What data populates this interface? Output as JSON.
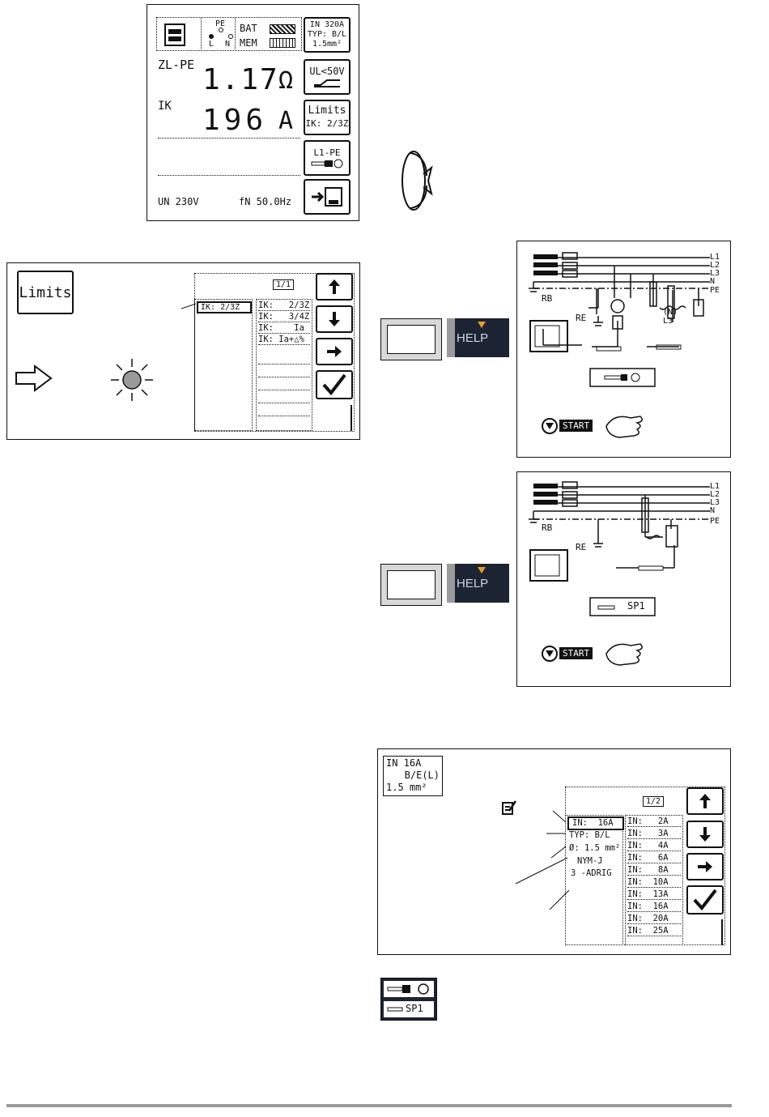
{
  "display1": {
    "pe": "PE",
    "l": "L",
    "n": "N",
    "bat": "BAT",
    "mem": "MEM",
    "in_rating": "IN 320A",
    "typ": "TYP: B/L",
    "cross_section": "1.5mm²",
    "zlpe_label": "ZL-PE",
    "zlpe_value": "1.17",
    "zlpe_unit": "Ω",
    "ul_label": "UL<50V",
    "ik_label": "IK",
    "ik_value": "196",
    "ik_unit": "A",
    "limits_btn": "Limits",
    "limits_sub": "IK: 2/3Z",
    "l1pe_btn": "L1-PE",
    "un_label": "UN 230V",
    "fn_label": "fN 50.0Hz"
  },
  "display2": {
    "limits_btn": "Limits",
    "page": "1/1",
    "selected": "IK: 2/3Z",
    "options": [
      "IK:   2/3Z",
      "IK:   3/4Z",
      "IK:    Ia",
      "IK: Ia+△%"
    ]
  },
  "help": {
    "label": "HELP"
  },
  "wiring1": {
    "l1": "L1",
    "l2": "L2",
    "l3": "L3",
    "n": "N",
    "pe": "PE",
    "rb": "RB",
    "re": "RE",
    "nl3": "(N)\nL3",
    "start": "START"
  },
  "wiring2": {
    "l1": "L1",
    "l2": "L2",
    "l3": "L3",
    "n": "N",
    "pe": "PE",
    "rb": "RB",
    "re": "RE",
    "probe": "SP1",
    "start": "START"
  },
  "display3": {
    "header_in": "IN 16A",
    "header_be": "B/E(L)",
    "header_cs": "1.5 mm²",
    "page": "1/2",
    "left_items": [
      "IN:  16A",
      "TYP: B/L",
      "Ø: 1.5 mm²",
      "NYM-J",
      "3 -ADRIG"
    ],
    "right_items": [
      "IN:   2A",
      "IN:   3A",
      "IN:   4A",
      "IN:   6A",
      "IN:   8A",
      "IN:  10A",
      "IN:  13A",
      "IN:  16A",
      "IN:  20A",
      "IN:  25A"
    ]
  },
  "key": {
    "probe2": "SP1"
  }
}
